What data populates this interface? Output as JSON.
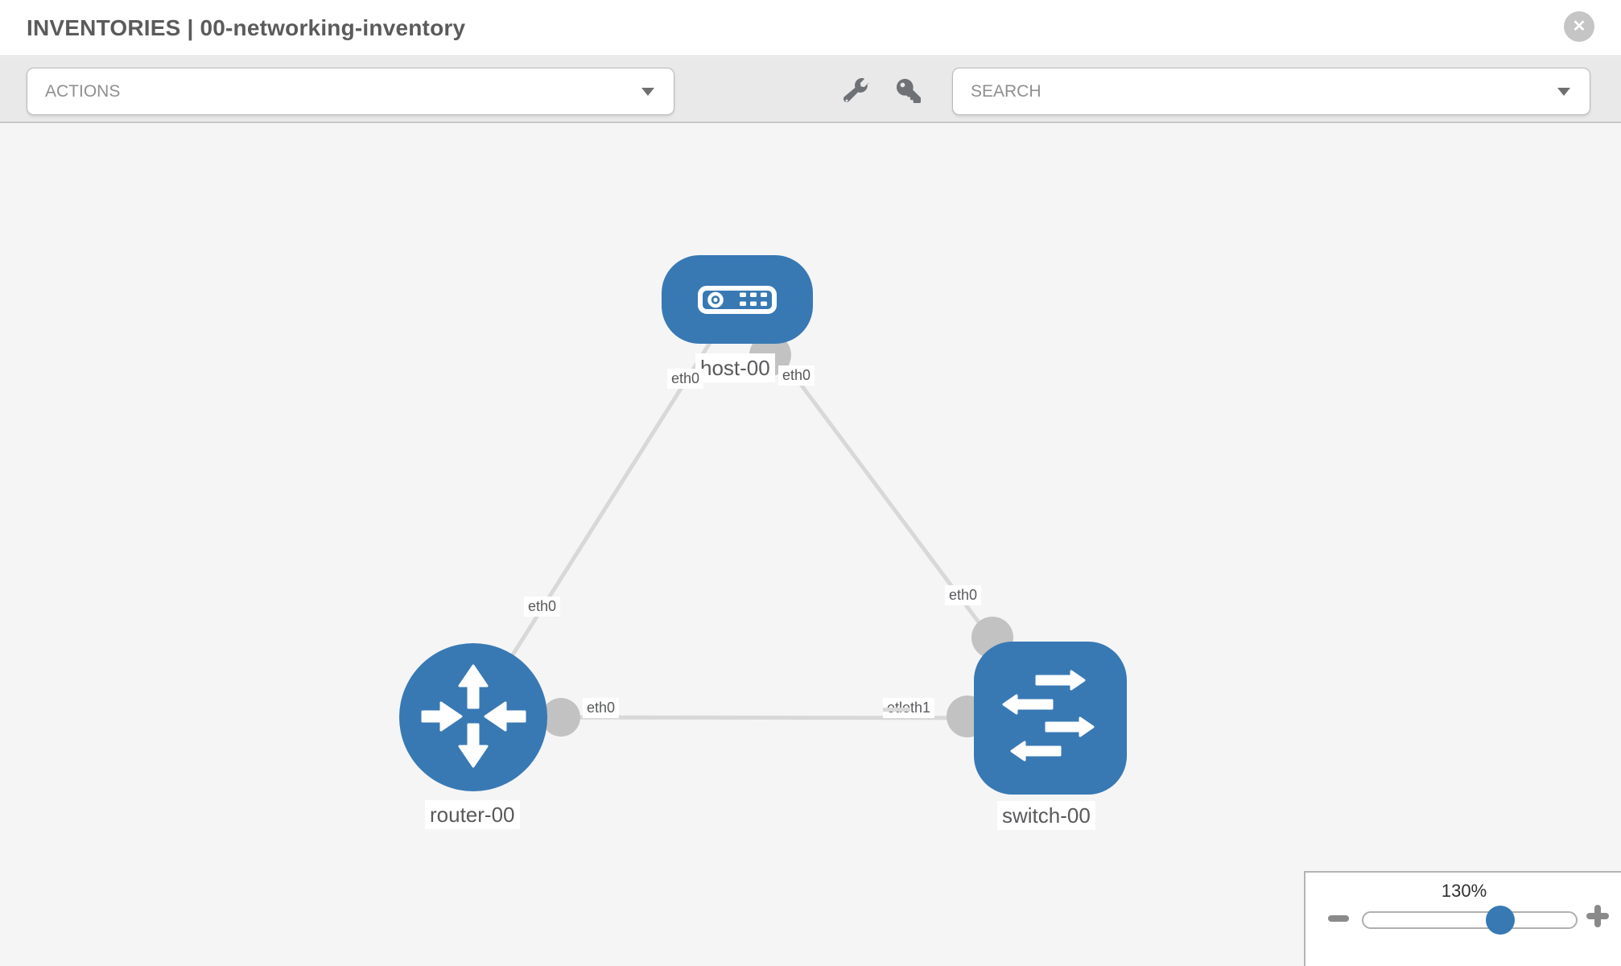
{
  "header": {
    "title": "INVENTORIES | 00-networking-inventory",
    "close_glyph": "✕"
  },
  "toolbar": {
    "actions": {
      "label": "ACTIONS"
    },
    "tool_icons": [
      "wrench-icon",
      "key-icon"
    ],
    "search": {
      "label": "SEARCH"
    }
  },
  "graph": {
    "nodes": [
      {
        "id": "host-00",
        "type": "host",
        "label": "host-00"
      },
      {
        "id": "router-00",
        "type": "router",
        "label": "router-00"
      },
      {
        "id": "switch-00",
        "type": "switch",
        "label": "switch-00"
      }
    ],
    "links": [
      {
        "from": "host-00",
        "to": "router-00"
      },
      {
        "from": "host-00",
        "to": "switch-00"
      },
      {
        "from": "router-00",
        "to": "switch-00"
      }
    ],
    "port_labels": [
      {
        "text": "eth0",
        "near": "host-00-left"
      },
      {
        "text": "eth0",
        "near": "host-00-right"
      },
      {
        "text": "eth0",
        "near": "link-host-router"
      },
      {
        "text": "eth0",
        "near": "link-host-switch"
      },
      {
        "text": "eth0",
        "near": "router-00-right"
      },
      {
        "text": "etleth1",
        "near": "switch-00-left"
      }
    ],
    "colors": {
      "node_fill": "#3879b4",
      "link": "#d8d8d8",
      "connector": "#c2c2c2",
      "label_text": "#58595b"
    }
  },
  "zoom_control": {
    "level": "130%",
    "minus_icon": "minus-icon",
    "plus_icon": "plus-icon",
    "thumb_color": "#3879b4"
  }
}
